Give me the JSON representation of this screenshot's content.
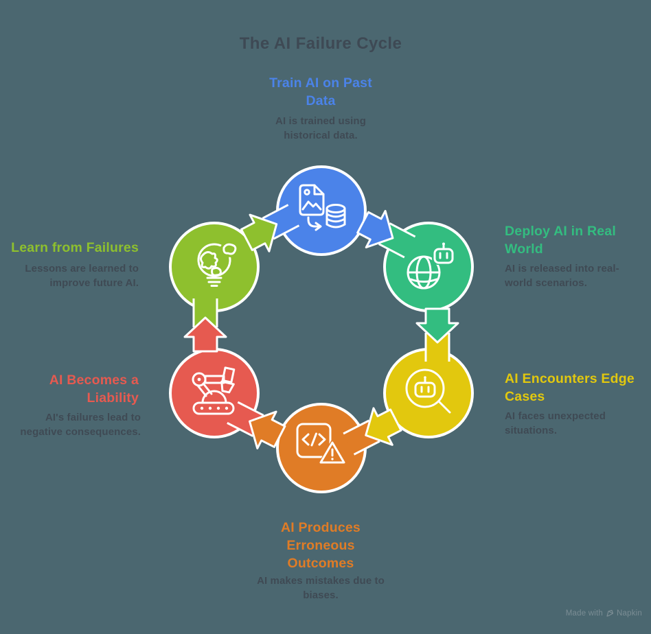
{
  "title": "The AI Failure Cycle",
  "colors": {
    "background": "#4b6770",
    "heading_text": "#3e4954",
    "body_text": "#3f4a54",
    "outline": "#ffffff",
    "watermark": "#7b8d94"
  },
  "nodes": [
    {
      "id": "train",
      "label": "Train AI on Past\nData",
      "description": "AI is trained using\nhistorical data.",
      "color": "#4b83e9",
      "icon": "image-to-database-icon"
    },
    {
      "id": "deploy",
      "label": "Deploy AI in Real\nWorld",
      "description": "AI is released into real-\nworld scenarios.",
      "color": "#33bd80",
      "icon": "globe-robot-icon"
    },
    {
      "id": "edge-cases",
      "label": "AI Encounters Edge\nCases",
      "description": "AI faces unexpected\nsituations.",
      "color": "#e2c80e",
      "icon": "search-robot-icon"
    },
    {
      "id": "erroneous",
      "label": "AI Produces\nErroneous\nOutcomes",
      "description": "AI makes mistakes due to\nbiases.",
      "color": "#e07c26",
      "icon": "code-warning-icon"
    },
    {
      "id": "liability",
      "label": "AI Becomes a\nLiability",
      "description": "AI's failures lead to\nnegative consequences.",
      "color": "#e65a50",
      "icon": "robot-arm-icon"
    },
    {
      "id": "learn",
      "label": "Learn from Failures",
      "description": "Lessons are learned to\nimprove future AI.",
      "color": "#8ec02e",
      "icon": "earth-bulb-icon"
    }
  ],
  "watermark": {
    "prefix": "Made with",
    "brand": "Napkin"
  }
}
